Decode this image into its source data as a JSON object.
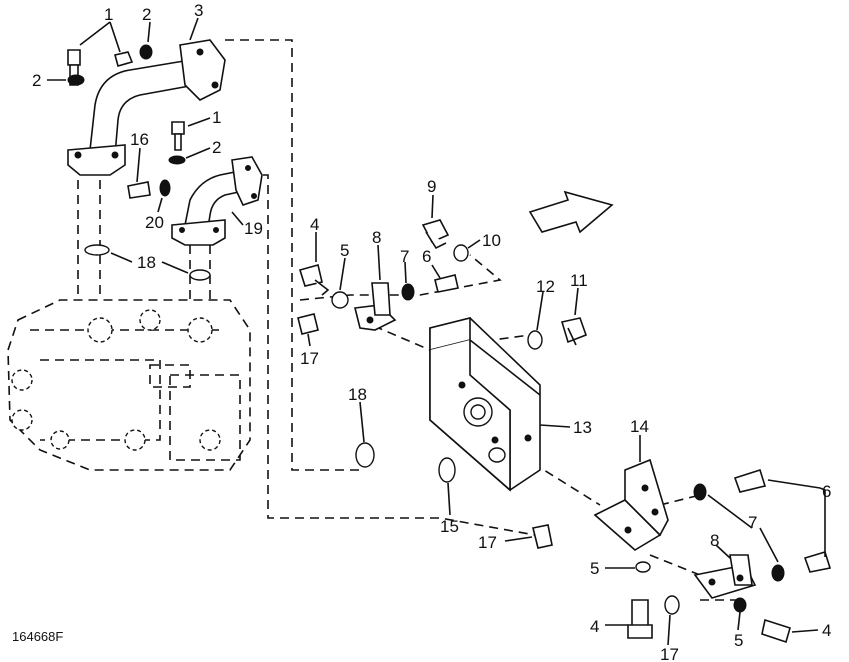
{
  "figure_code": "164668F",
  "callouts": [
    "1",
    "2",
    "3",
    "1",
    "2",
    "16",
    "20",
    "19",
    "18",
    "4",
    "5",
    "8",
    "9",
    "10",
    "7",
    "6",
    "12",
    "11",
    "17",
    "18",
    "13",
    "15",
    "14",
    "6",
    "7",
    "8",
    "17",
    "5",
    "4",
    "17",
    "5",
    "4"
  ]
}
